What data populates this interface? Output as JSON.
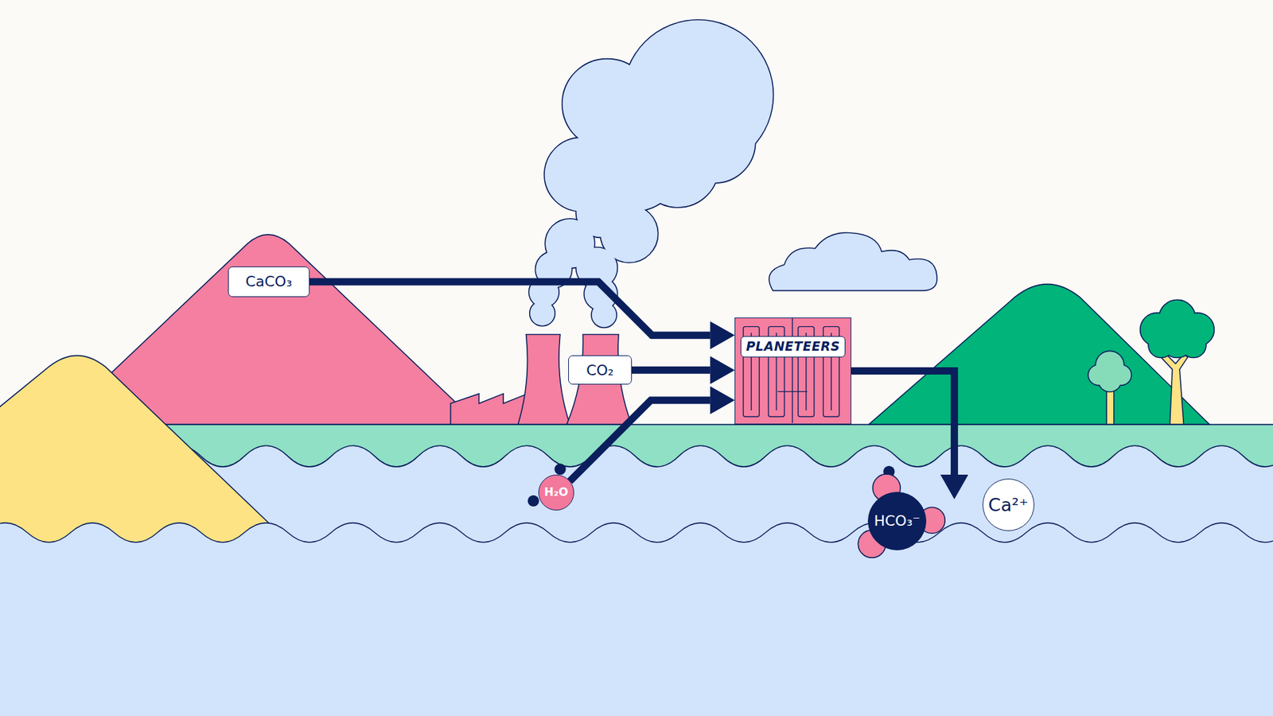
{
  "diagram": {
    "nodes": [
      {
        "text": [
          "CaCO₃"
        ]
      },
      {
        "text": [
          "CO₂"
        ]
      },
      {
        "text": [
          "H₂O"
        ]
      },
      {
        "text": [
          "PLANETEERS"
        ]
      },
      {
        "text": [
          "HCO₃⁻"
        ]
      },
      {
        "text": [
          "Ca²⁺"
        ]
      }
    ],
    "edges": [
      {
        "from": 0,
        "to": 3,
        "arrow": "to"
      },
      {
        "from": 1,
        "to": 3,
        "arrow": "to"
      },
      {
        "from": 2,
        "to": 3,
        "arrow": "to"
      },
      {
        "from": 3,
        "to": 4,
        "arrow": "to"
      }
    ]
  }
}
